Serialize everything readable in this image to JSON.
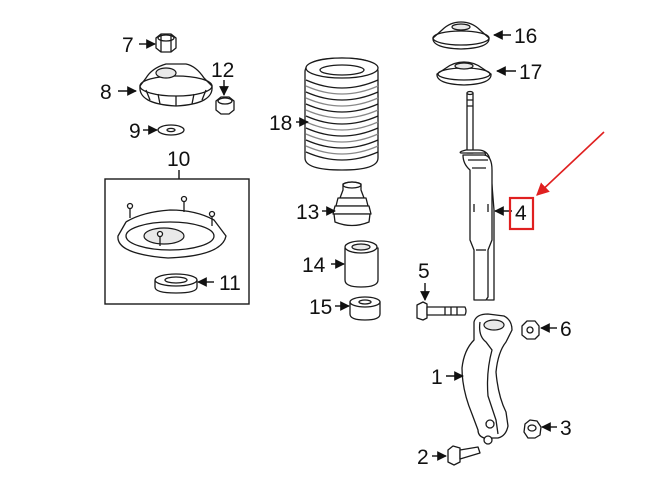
{
  "callouts": [
    {
      "id": "c1",
      "text": "1"
    },
    {
      "id": "c2",
      "text": "2"
    },
    {
      "id": "c3",
      "text": "3"
    },
    {
      "id": "c4",
      "text": "4"
    },
    {
      "id": "c5",
      "text": "5"
    },
    {
      "id": "c6",
      "text": "6"
    },
    {
      "id": "c7",
      "text": "7"
    },
    {
      "id": "c8",
      "text": "8"
    },
    {
      "id": "c9",
      "text": "9"
    },
    {
      "id": "c10",
      "text": "10"
    },
    {
      "id": "c11",
      "text": "11"
    },
    {
      "id": "c12",
      "text": "12"
    },
    {
      "id": "c13",
      "text": "13"
    },
    {
      "id": "c14",
      "text": "14"
    },
    {
      "id": "c15",
      "text": "15"
    },
    {
      "id": "c16",
      "text": "16"
    },
    {
      "id": "c17",
      "text": "17"
    },
    {
      "id": "c18",
      "text": "18"
    }
  ],
  "highlight": {
    "callout": "4",
    "color": "#e02020"
  }
}
